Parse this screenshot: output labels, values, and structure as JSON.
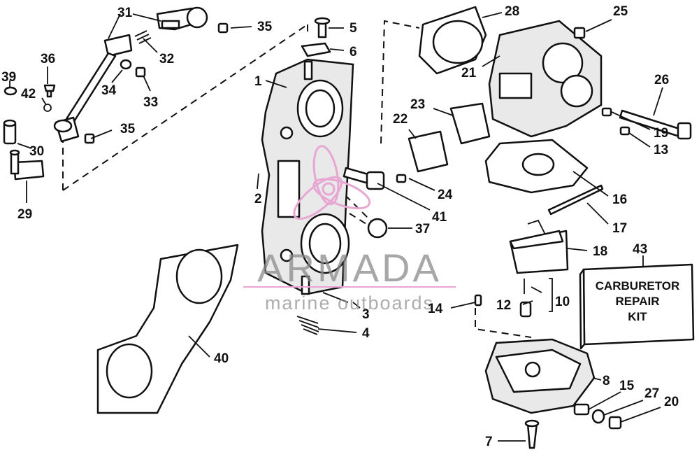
{
  "callouts": [
    "1",
    "2",
    "3",
    "4",
    "5",
    "6",
    "7",
    "8",
    "10",
    "12",
    "13",
    "14",
    "15",
    "16",
    "17",
    "18",
    "19",
    "20",
    "21",
    "22",
    "23",
    "24",
    "25",
    "26",
    "27",
    "28",
    "29",
    "30",
    "31",
    "32",
    "33",
    "34",
    "35",
    "35",
    "36",
    "37",
    "39",
    "40",
    "41",
    "42",
    "43"
  ],
  "kit_label": {
    "line1": "CARBURETOR",
    "line2": "REPAIR",
    "line3": "KIT"
  },
  "watermark": {
    "brand": "ARMADA",
    "tagline": "marine outboards"
  },
  "colors": {
    "ink": "#111111",
    "watermark_gray": "#8a8a8a",
    "watermark_pink": "#e8a6d2"
  }
}
